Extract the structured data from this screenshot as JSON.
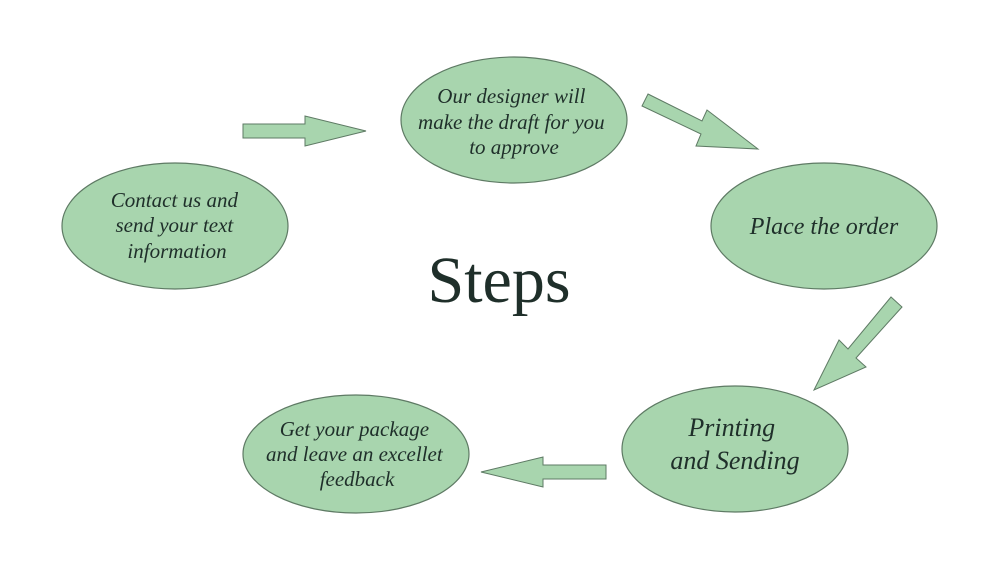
{
  "title": "Steps",
  "colors": {
    "node_fill": "#a8d5ae",
    "arrow_fill": "#a8d5ae",
    "text": "#1f2f2a"
  },
  "steps": [
    {
      "lines": [
        "Contact us and",
        "send your text",
        "information"
      ]
    },
    {
      "lines": [
        "Our designer will",
        "make the draft for you",
        "to approve"
      ]
    },
    {
      "lines": [
        "Place the order"
      ]
    },
    {
      "lines": [
        "Printing",
        "and Sending"
      ]
    },
    {
      "lines": [
        "Get your package",
        "and leave an excellet",
        "feedback"
      ]
    }
  ]
}
